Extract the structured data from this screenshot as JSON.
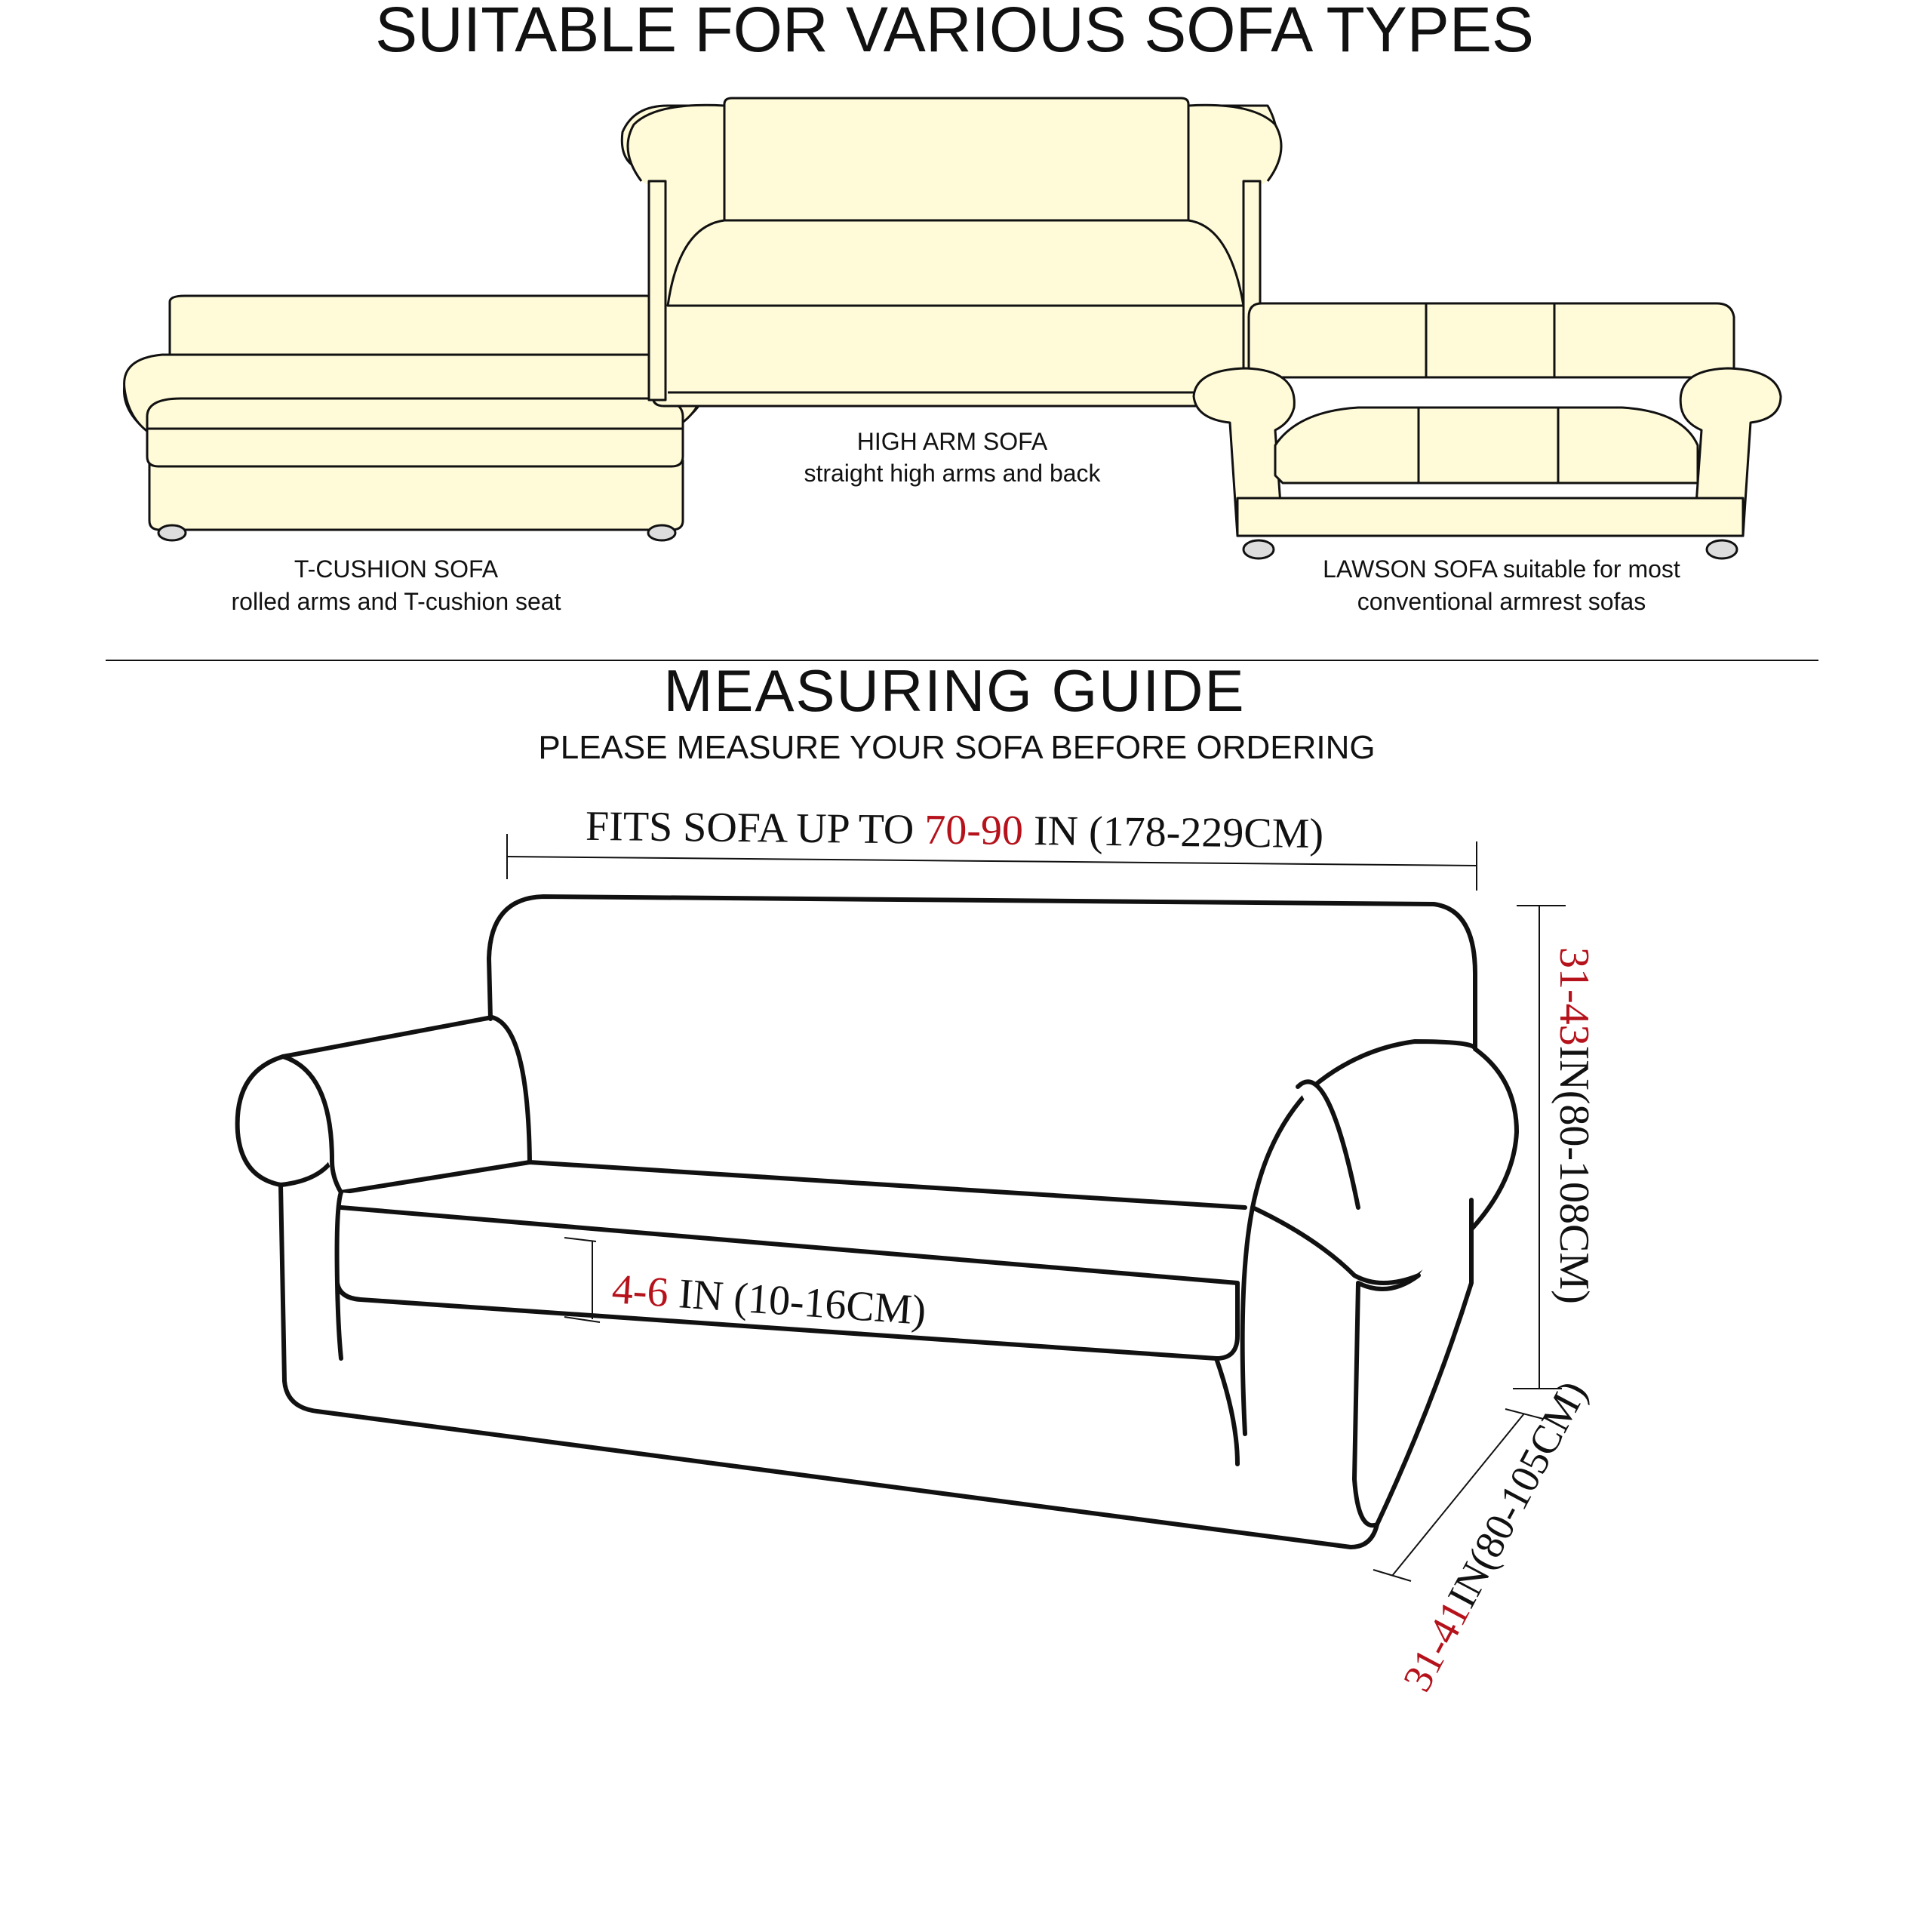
{
  "colors": {
    "sofa_fill": "#FFFBD9",
    "outline": "#111111",
    "accent_red": "#B5121B",
    "text": "#111111"
  },
  "header": {
    "title": "SUITABLE FOR VARIOUS SOFA TYPES"
  },
  "sofa_types": {
    "t_cushion": {
      "name": "T-CUSHION SOFA",
      "desc": "rolled arms and T-cushion seat"
    },
    "high_arm": {
      "name": "HIGH ARM SOFA",
      "desc": "straight high arms and back"
    },
    "lawson": {
      "name": "LAWSON SOFA suitable for most",
      "desc": "conventional armrest sofas"
    }
  },
  "guide": {
    "title": "MEASURING GUIDE",
    "subtitle": "PLEASE MEASURE YOUR SOFA BEFORE ORDERING",
    "width": {
      "prefix": "FITS SOFA UP TO ",
      "value": "70-90",
      "suffix": " IN (178-229CM)"
    },
    "height": {
      "value": "31-43",
      "suffix": "IN(80-108CM)"
    },
    "depth": {
      "value": "31-41",
      "suffix": "IN(80-105CM)"
    },
    "cushion": {
      "value": "4-6",
      "suffix": " IN (10-16CM)"
    }
  }
}
